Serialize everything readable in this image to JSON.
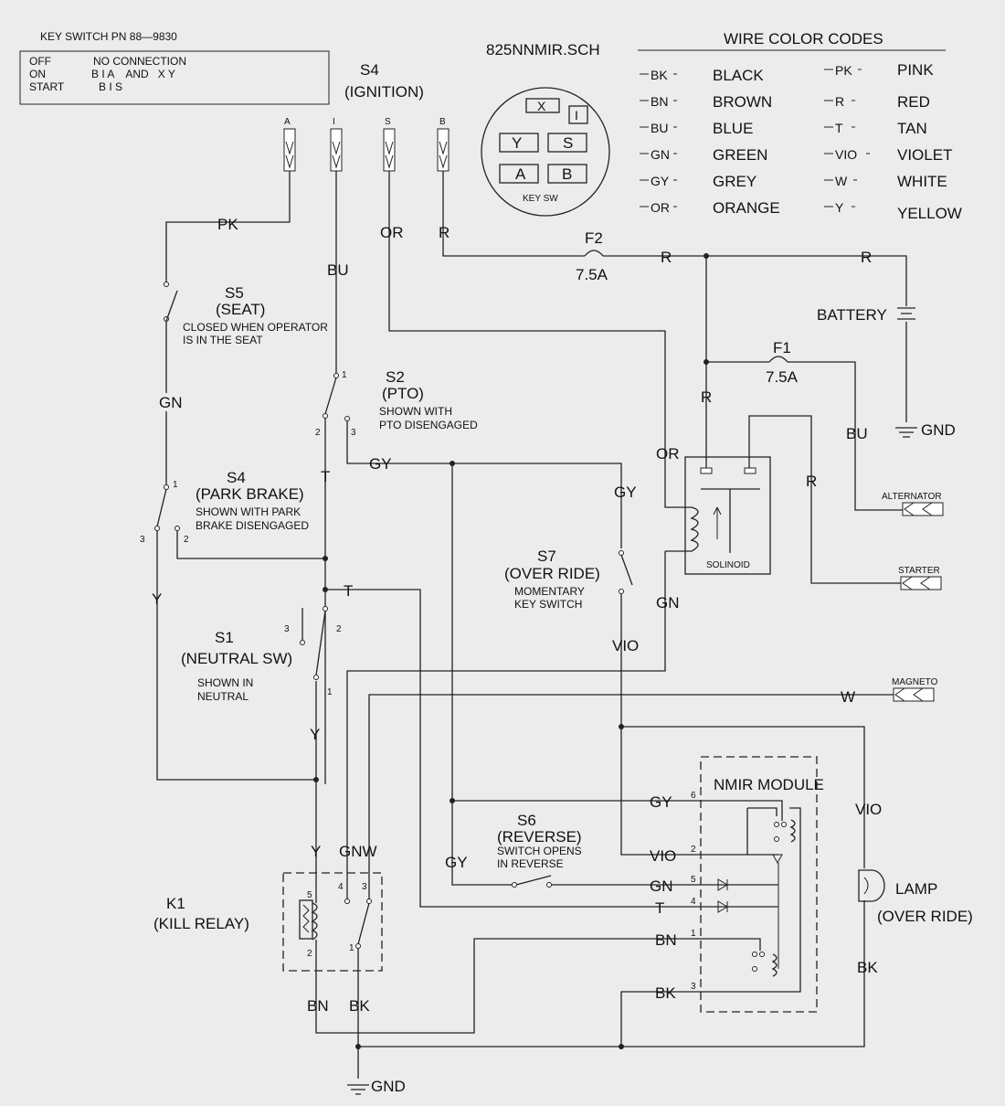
{
  "keyswitch_table": {
    "title": "KEY SWITCH PN 88—9830",
    "rows": [
      {
        "pos": "OFF",
        "conn": "NO CONNECTION"
      },
      {
        "pos": "ON",
        "conn": "B I A    AND   X Y"
      },
      {
        "pos": "START",
        "conn": "B I S"
      }
    ]
  },
  "sheet_name": "825NNMIR.SCH",
  "ignition": {
    "id": "S4",
    "name": "(IGNITION)",
    "terminals": [
      "A",
      "I",
      "S",
      "B"
    ]
  },
  "keysw": {
    "label": "KEY SW",
    "contacts": [
      "X",
      "I",
      "Y",
      "S",
      "A",
      "B"
    ]
  },
  "wire_codes": {
    "title": "WIRE COLOR CODES",
    "items": [
      {
        "code": "BK",
        "name": "BLACK"
      },
      {
        "code": "BN",
        "name": "BROWN"
      },
      {
        "code": "BU",
        "name": "BLUE"
      },
      {
        "code": "GN",
        "name": "GREEN"
      },
      {
        "code": "GY",
        "name": "GREY"
      },
      {
        "code": "OR",
        "name": "ORANGE"
      },
      {
        "code": "PK",
        "name": "PINK"
      },
      {
        "code": "R",
        "name": "RED"
      },
      {
        "code": "T",
        "name": "TAN"
      },
      {
        "code": "VIO",
        "name": "VIOLET"
      },
      {
        "code": "W",
        "name": "WHITE"
      },
      {
        "code": "Y",
        "name": "YELLOW"
      }
    ]
  },
  "fuses": {
    "f2": {
      "id": "F2",
      "rating": "7.5A"
    },
    "f1": {
      "id": "F1",
      "rating": "7.5A"
    }
  },
  "components": {
    "battery": "BATTERY",
    "gnd": "GND",
    "alternator": "ALTERNATOR",
    "starter": "STARTER",
    "solenoid": "SOLINOID",
    "magneto": "MAGNETO",
    "nmir": "NMIR MODULE",
    "lamp_1": "LAMP",
    "lamp_2": "(OVER RIDE)"
  },
  "switches": {
    "s5": {
      "id": "S5",
      "name": "(SEAT)",
      "note_1": "CLOSED WHEN OPERATOR",
      "note_2": "IS IN THE SEAT"
    },
    "s2": {
      "id": "S2",
      "name": "(PTO)",
      "note_1": "SHOWN WITH",
      "note_2": "PTO DISENGAGED"
    },
    "s4pb": {
      "id": "S4",
      "name": "(PARK BRAKE)",
      "note_1": "SHOWN WITH PARK",
      "note_2": "BRAKE DISENGAGED"
    },
    "s7": {
      "id": "S7",
      "name": "(OVER RIDE)",
      "note_1": "MOMENTARY",
      "note_2": "KEY SWITCH"
    },
    "s1": {
      "id": "S1",
      "name": "(NEUTRAL SW)",
      "note_1": "SHOWN IN",
      "note_2": "NEUTRAL"
    },
    "s6": {
      "id": "S6",
      "name": "(REVERSE)",
      "note_1": "SWITCH OPENS",
      "note_2": "IN REVERSE"
    },
    "k1": {
      "id": "K1",
      "name": "(KILL RELAY)"
    }
  },
  "wire_labels": {
    "pk": "PK",
    "bu": "BU",
    "or_top": "OR",
    "r_top": "R",
    "r_bus1": "R",
    "r_bus2": "R",
    "r_vert": "R",
    "or_sol": "OR",
    "bu_alt": "BU",
    "r_starter": "R",
    "gn_left": "GN",
    "gy_pto": "GY",
    "gy_s7": "GY",
    "t_mid": "T",
    "t_right": "T",
    "gn_s7": "GN",
    "vio_s7": "VIO",
    "y_left": "Y",
    "y_mid": "Y",
    "w_mag": "W",
    "vio_right": "VIO",
    "y_k1": "Y",
    "gnw": "GNW",
    "gy_nmir": "GY",
    "gy_s6": "GY",
    "vio_nmir": "VIO",
    "gn_nmir": "GN",
    "t_nmir": "T",
    "bn_nmir": "BN",
    "bk_nmir": "BK",
    "bn_k1": "BN",
    "bk_k1": "BK",
    "bk_lamp": "BK"
  },
  "pin_numbers": {
    "s2_1": "1",
    "s2_2": "2",
    "s2_3": "3",
    "s4_1": "1",
    "s4_2": "2",
    "s4_3": "3",
    "s1_1": "1",
    "s1_2": "2",
    "s1_3": "3",
    "k1_1": "1",
    "k1_2": "2",
    "k1_3": "3",
    "k1_4": "4",
    "k1_5": "5",
    "nm_6": "6",
    "nm_2": "2",
    "nm_5": "5",
    "nm_4": "4",
    "nm_1": "1",
    "nm_3": "3"
  }
}
